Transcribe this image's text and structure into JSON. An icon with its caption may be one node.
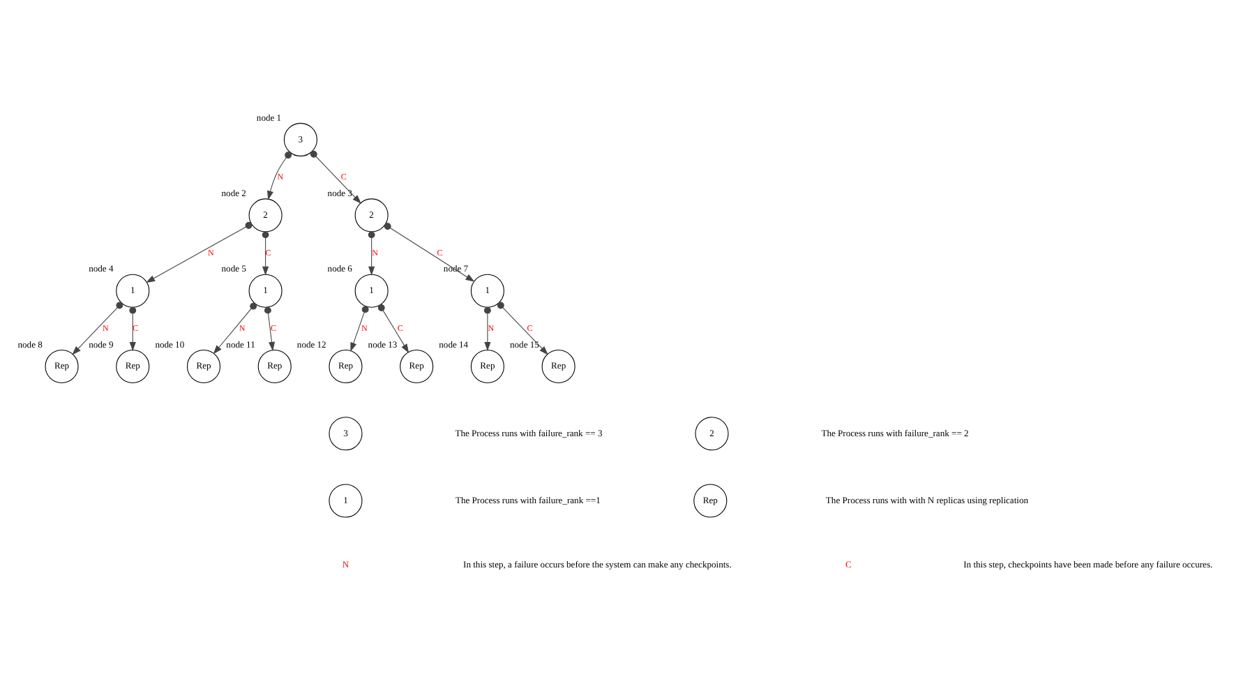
{
  "diagram": {
    "nodes": [
      {
        "text": [
          "3"
        ],
        "beside": [
          "node 1"
        ]
      },
      {
        "text": [
          "2"
        ],
        "beside": [
          "node 2"
        ]
      },
      {
        "text": [
          "2"
        ],
        "beside": [
          "node 3"
        ]
      },
      {
        "text": [
          "1"
        ],
        "beside": [
          "node 4"
        ]
      },
      {
        "text": [
          "1"
        ],
        "beside": [
          "node 5"
        ]
      },
      {
        "text": [
          "1"
        ],
        "beside": [
          "node 6"
        ]
      },
      {
        "text": [
          "1"
        ],
        "beside": [
          "node 7"
        ]
      },
      {
        "text": [
          "Rep"
        ],
        "beside": [
          "node 8"
        ]
      },
      {
        "text": [
          "Rep"
        ],
        "beside": [
          "node 9"
        ]
      },
      {
        "text": [
          "Rep"
        ],
        "beside": [
          "node 10"
        ]
      },
      {
        "text": [
          "Rep"
        ],
        "beside": [
          "node 11"
        ]
      },
      {
        "text": [
          "Rep"
        ],
        "beside": [
          "node 12"
        ]
      },
      {
        "text": [
          "Rep"
        ],
        "beside": [
          "node 13"
        ]
      },
      {
        "text": [
          "Rep"
        ],
        "beside": [
          "node 14"
        ]
      },
      {
        "text": [
          "Rep"
        ],
        "beside": [
          "node 15"
        ]
      },
      {
        "text": [
          "3"
        ]
      },
      {
        "text": [
          "2"
        ]
      },
      {
        "text": [
          "1"
        ]
      },
      {
        "text": [
          "Rep"
        ]
      }
    ],
    "edges": [
      {
        "from": 0,
        "to": 1,
        "arrow": "to",
        "label": "N"
      },
      {
        "from": 0,
        "to": 2,
        "arrow": "to",
        "label": "C"
      },
      {
        "from": 1,
        "to": 3,
        "arrow": "to",
        "label": "N"
      },
      {
        "from": 1,
        "to": 4,
        "arrow": "to",
        "label": "C"
      },
      {
        "from": 2,
        "to": 5,
        "arrow": "to",
        "label": "N"
      },
      {
        "from": 2,
        "to": 6,
        "arrow": "to",
        "label": "C"
      },
      {
        "from": 3,
        "to": 7,
        "arrow": "to",
        "label": "N"
      },
      {
        "from": 3,
        "to": 8,
        "arrow": "to",
        "label": "C"
      },
      {
        "from": 4,
        "to": 9,
        "arrow": "to",
        "label": "N"
      },
      {
        "from": 4,
        "to": 10,
        "arrow": "to",
        "label": "C"
      },
      {
        "from": 5,
        "to": 11,
        "arrow": "to",
        "label": "N"
      },
      {
        "from": 5,
        "to": 12,
        "arrow": "to",
        "label": "C"
      },
      {
        "from": 6,
        "to": 13,
        "arrow": "to",
        "label": "N"
      },
      {
        "from": 6,
        "to": 14,
        "arrow": "to",
        "label": "C"
      }
    ],
    "labels": [
      "N",
      "C"
    ],
    "legend": [
      {
        "text": "The Process runs with failure_rank == 3"
      },
      {
        "text": "The Process runs with failure_rank == 2"
      },
      {
        "text": "The Process runs with failure_rank ==1"
      },
      {
        "text": "The Process runs with with N replicas using replication"
      },
      {
        "text": "In this step, a failure occurs before the system can make any checkpoints."
      },
      {
        "text": "In this step, checkpoints have been made before any failure occures."
      }
    ]
  }
}
